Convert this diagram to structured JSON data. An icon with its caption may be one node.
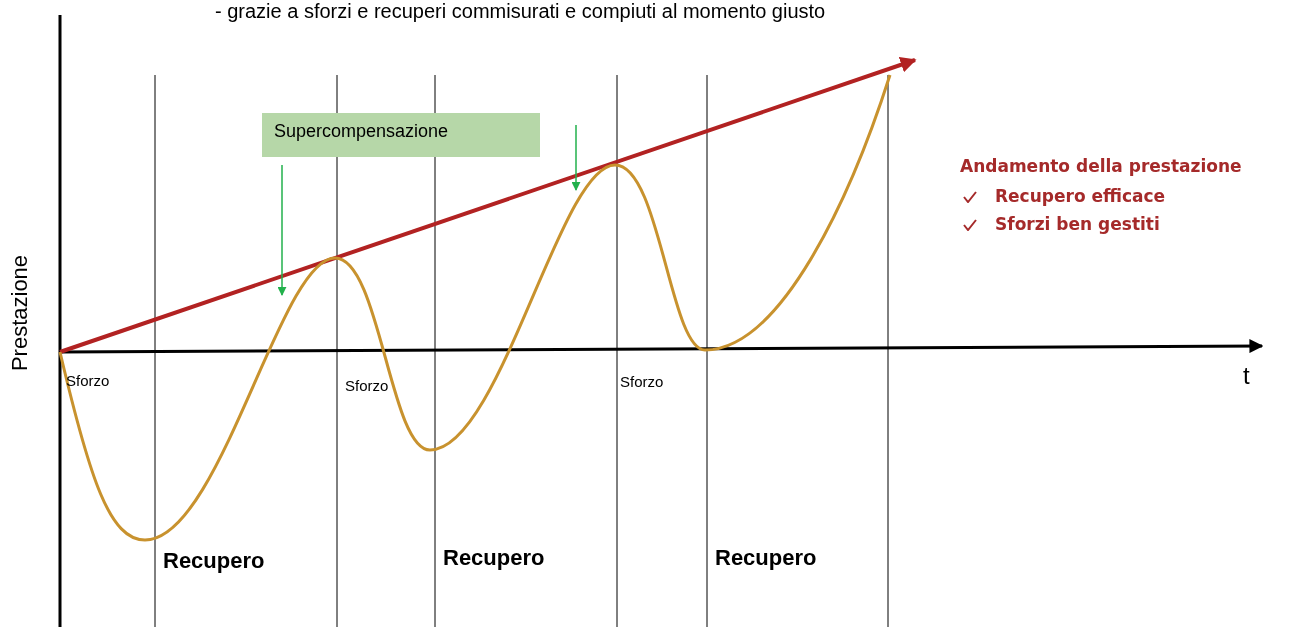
{
  "diagram": {
    "nodes": [
      {
        "text": [
          "Supercompensazione"
        ]
      }
    ],
    "labels": [
      "- grazie a sforzi e recuperi commisurati e compiuti al momento giusto",
      "Prestazione",
      "t",
      "Andamento della prestazione",
      "Recupero efficace",
      "Sforzi ben gestiti",
      "Sforzo",
      "Sforzo",
      "Sforzo",
      "Recupero",
      "Recupero",
      "Recupero"
    ]
  }
}
